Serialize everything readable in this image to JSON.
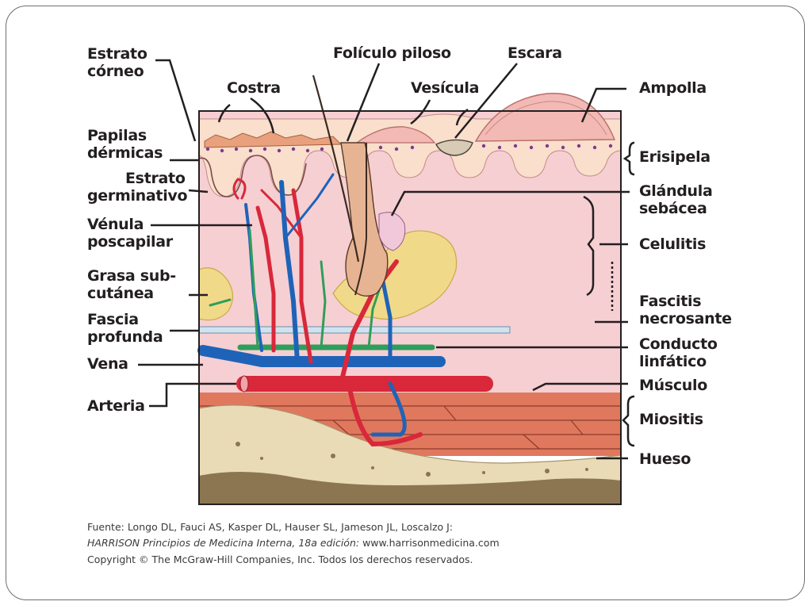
{
  "labels": {
    "estrato_corneo": [
      "Estrato",
      "córneo"
    ],
    "costra": "Costra",
    "foliculo_piloso": "Folículo piloso",
    "vesicula": "Vesícula",
    "escara": "Escara",
    "ampolla": "Ampolla",
    "papilas_dermicas": [
      "Papilas",
      "dérmicas"
    ],
    "estrato_germinativo": [
      "Estrato",
      "germinativo"
    ],
    "venula_poscapilar": [
      "Vénula",
      "poscapilar"
    ],
    "grasa_subcutanea": [
      "Grasa sub-",
      "cutánea"
    ],
    "fascia_profunda": [
      "Fascia",
      "profunda"
    ],
    "vena": "Vena",
    "arteria": "Arteria",
    "erisipela": "Erisipela",
    "glandula_sebacea": [
      "Glándula",
      "sebácea"
    ],
    "celulitis": "Celulitis",
    "fascitis_necrosante": [
      "Fascitis",
      "necrosante"
    ],
    "conducto_linfatico": [
      "Conducto",
      "linfático"
    ],
    "musculo": "Músculo",
    "miositis": "Miositis",
    "hueso": "Hueso"
  },
  "caption": {
    "line1": "Fuente: Longo DL, Fauci AS, Kasper DL, Hauser SL, Jameson JL, Loscalzo J:",
    "line2_italic": "HARRISON Principios de Medicina Interna, 18a edición:",
    "line2_rest": " www.harrisonmedicina.com",
    "line3": "Copyright © The McGraw-Hill Companies, Inc. Todos los derechos reservados."
  },
  "colors": {
    "epidermis": "#f9dfcc",
    "dermis": "#f6cfd3",
    "artery": "#d8283a",
    "vein": "#1f63b8",
    "lymph": "#2f9e5a",
    "fat": "#f1d98a",
    "muscle": "#e0785e",
    "bone": "#eadbb7",
    "marrow": "#8c7652",
    "fascia": "#cfe3ef",
    "hair": "#b4784e",
    "crust_dots": "#7d3a8f"
  }
}
